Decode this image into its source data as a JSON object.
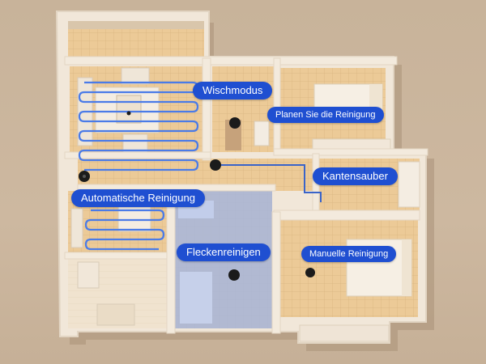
{
  "image": {
    "labels": {
      "wischmodus": "Wischmodus",
      "planen": "Planen Sie die Reinigung",
      "kantensauber": "Kantensauber",
      "automatische": "Automatische Reinigung",
      "fleckenreinigen": "Fleckenreinigen",
      "manuelle": "Manuelle Reinigung"
    }
  },
  "colors": {
    "background": "#c9b49c",
    "wall": "#efe4d4",
    "floor": "#e9c99a",
    "label_bg": "#1f4fd1",
    "label_text": "#ffffff",
    "path_line": "#4a7be8",
    "robot": "#1b1b1b",
    "spot_room": "#9fb2df"
  }
}
